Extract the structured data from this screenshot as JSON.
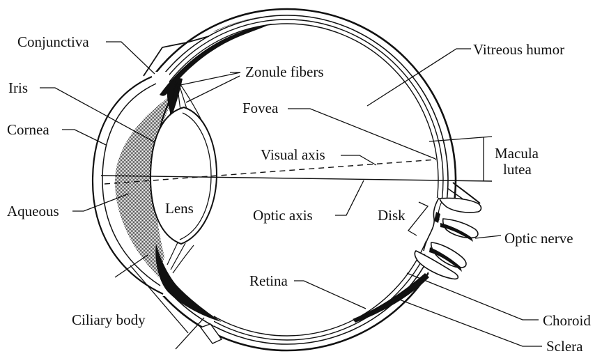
{
  "diagram": {
    "type": "anatomical-diagram",
    "subject": "human eye cross-section",
    "labels": {
      "conjunctiva": "Conjunctiva",
      "iris": "Iris",
      "cornea": "Cornea",
      "aqueous": "Aqueous",
      "ciliary_body": "Ciliary body",
      "zonule_fibers": "Zonule fibers",
      "fovea": "Fovea",
      "visual_axis": "Visual axis",
      "optic_axis": "Optic axis",
      "lens": "Lens",
      "retina": "Retina",
      "vitreous_humor": "Vitreous humor",
      "macula_line1": "Macula",
      "macula_line2": "lutea",
      "disk": "Disk",
      "optic_nerve": "Optic nerve",
      "choroid": "Choroid",
      "sclera": "Sclera"
    },
    "colors": {
      "ink": "#111111",
      "background": "#ffffff",
      "iris_shading": "dither-gray"
    }
  }
}
